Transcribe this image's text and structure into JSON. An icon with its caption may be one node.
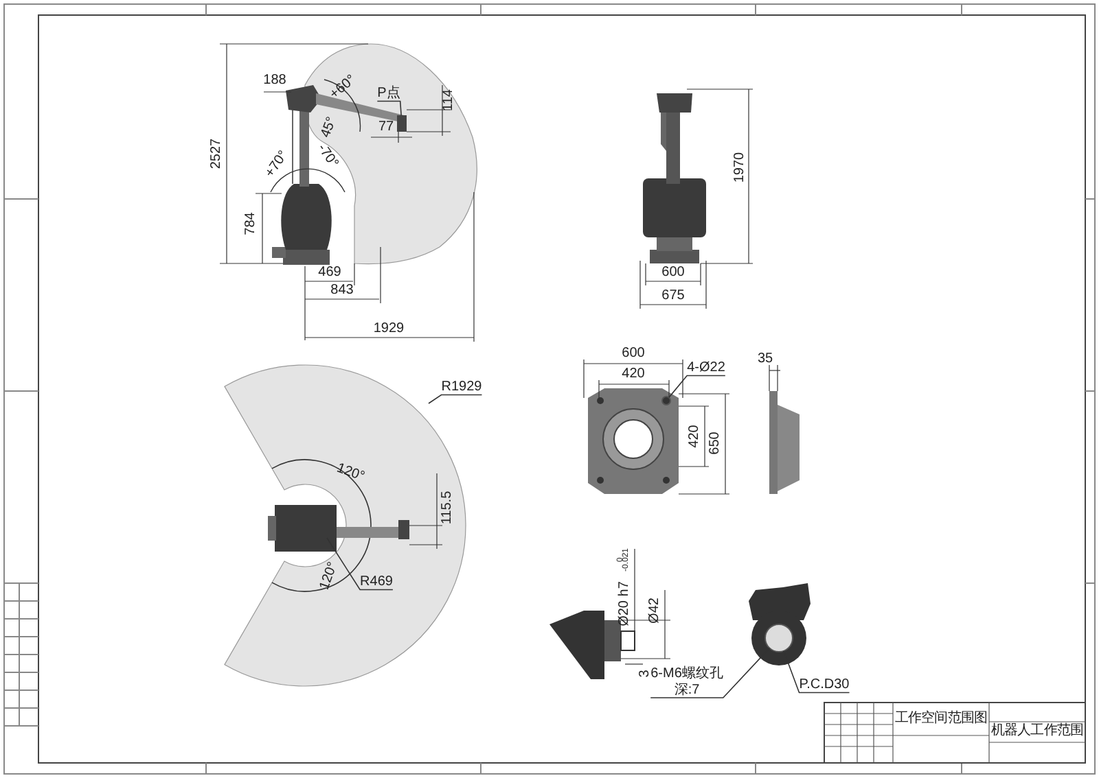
{
  "diagram": {
    "nodes": [
      {
        "text": [
          "R1929"
        ]
      },
      {
        "text": [
          "R469"
        ]
      },
      {
        "text": [
          "4-Ø22"
        ]
      },
      {
        "text": [
          "6-M6螺纹孔",
          "深:7"
        ]
      },
      {
        "text": [
          "P.C.D30"
        ]
      },
      {
        "text": [
          "P点"
        ]
      },
      {
        "text": [],
        "shape": "circle"
      },
      {
        "text": [],
        "shape": "circle"
      },
      {
        "text": [],
        "shape": "box"
      }
    ],
    "edges": [
      {
        "from": 0,
        "to": null,
        "arrow": "none"
      },
      {
        "from": 1,
        "to": null,
        "arrow": "none"
      },
      {
        "from": 2,
        "to": 6,
        "arrow": "none"
      },
      {
        "from": 3,
        "to": 7,
        "arrow": "none"
      },
      {
        "from": 4,
        "to": 7,
        "arrow": "none"
      },
      {
        "from": 5,
        "to": 8,
        "arrow": "none"
      }
    ],
    "labels": [
      "188",
      "+60°",
      "114",
      "45°",
      "77",
      "2527",
      "+70°",
      "-70°",
      "784",
      "469",
      "843",
      "1929",
      "1970",
      "600",
      "675",
      "120°",
      "115.5",
      "120°",
      "600",
      "420",
      "420",
      "650",
      "35",
      "Ø20 h7",
      "0",
      "-0.021",
      "Ø42",
      "3",
      "工作空间范围图",
      "机器人工作范围"
    ]
  }
}
